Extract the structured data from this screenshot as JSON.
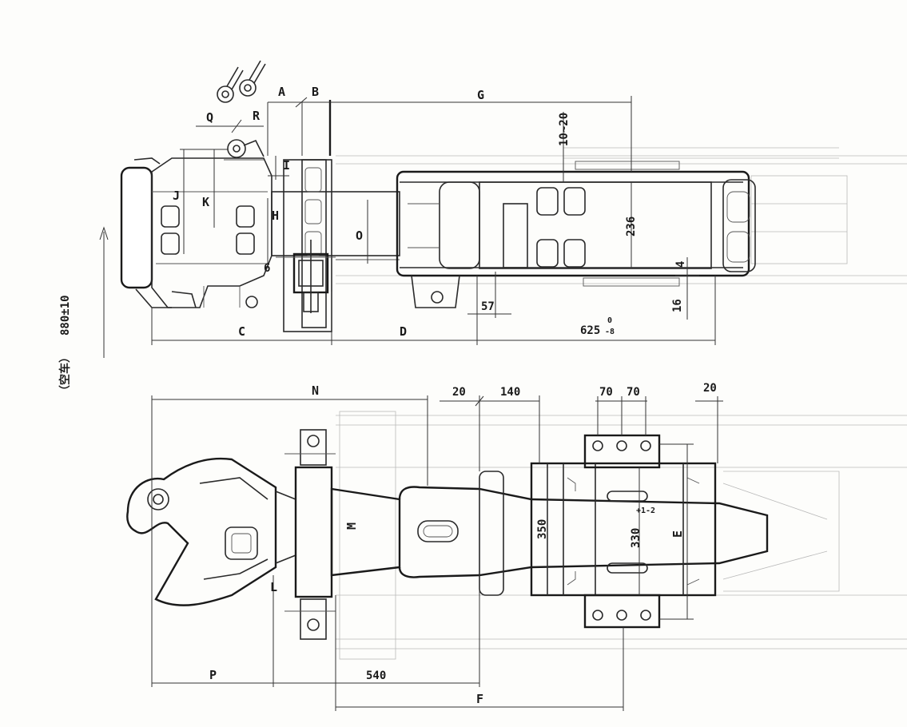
{
  "labels": {
    "A": "A",
    "B": "B",
    "G": "G",
    "Q": "Q",
    "R": "R",
    "I": "I",
    "J": "J",
    "K": "K",
    "H": "H",
    "O": "O",
    "C": "C",
    "D": "D",
    "N": "N",
    "M": "M",
    "L": "L",
    "E": "E",
    "P": "P",
    "F": "F"
  },
  "dims": {
    "gap": "10~20",
    "d236": "236",
    "d4": "4",
    "d6": "6",
    "d16": "16",
    "d57": "57",
    "d625": "625",
    "d625_tol_up": "0",
    "d625_tol_dn": "-8",
    "height": "880±10",
    "height_note": "（空车）",
    "d20a": "20",
    "d140": "140",
    "d70a": "70",
    "d70b": "70",
    "d20b": "20",
    "d350": "350",
    "d330": "330",
    "d330_tol_up": "+1",
    "d330_tol_dn": "-2",
    "d540": "540"
  }
}
